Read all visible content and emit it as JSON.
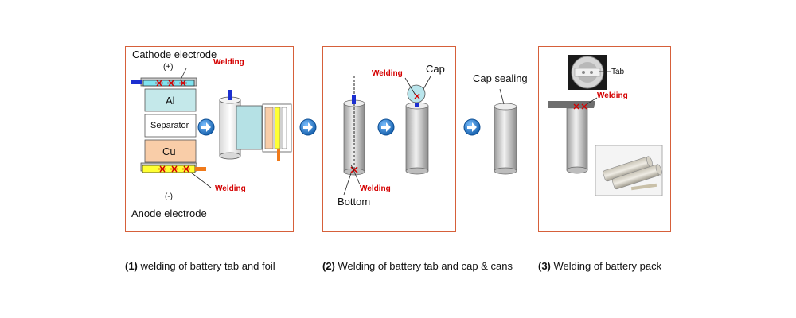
{
  "panel1": {
    "cathode": "Cathode electrode",
    "plus": "(+)",
    "welding": "Welding",
    "al": "Al",
    "separator": "Separator",
    "cu": "Cu",
    "minus": "(-)",
    "welding2": "Welding",
    "anode": "Anode electrode"
  },
  "panel2": {
    "welding_top": "Welding",
    "cap": "Cap",
    "welding_bottom": "Welding",
    "bottom": "Bottom"
  },
  "middle": {
    "cap_sealing": "Cap sealing"
  },
  "panel3": {
    "tab": "Tab",
    "welding": "Welding"
  },
  "captions": [
    {
      "num": "(1)",
      "text": " welding of battery tab and foil"
    },
    {
      "num": "(2)",
      "text": " Welding of battery tab and cap & cans"
    },
    {
      "num": "(3)",
      "text": " Welding of battery pack"
    }
  ],
  "colors": {
    "panel_border": "#d6603a",
    "weld_text": "#d40000",
    "arrow": "#1f6fc0"
  }
}
